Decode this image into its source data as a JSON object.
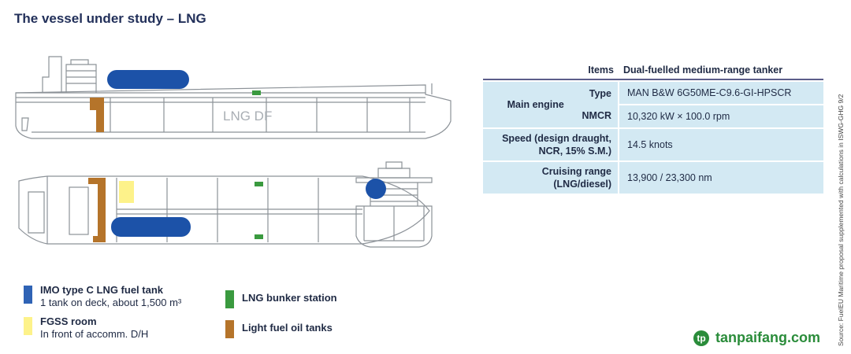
{
  "title": "The vessel under study – LNG",
  "diagram": {
    "hull_label": "LNG DF",
    "colors": {
      "lng_tank": "#1c52a8",
      "bunker": "#3a9a3f",
      "fgss": "#fdf28a",
      "fuel_oil": "#b5742a",
      "outline": "#8c9298"
    }
  },
  "table": {
    "header": {
      "items": "Items",
      "vessel": "Dual-fuelled medium-range tanker"
    },
    "rows": {
      "main_engine_label": "Main engine",
      "type_label": "Type",
      "type_value": "MAN B&W 6G50ME-C9.6-GI-HPSCR",
      "nmcr_label": "NMCR",
      "nmcr_value": "10,320 kW × 100.0 rpm",
      "speed_label_1": "Speed (design draught,",
      "speed_label_2": "NCR, 15% S.M.)",
      "speed_value": "14.5 knots",
      "range_label_1": "Cruising range",
      "range_label_2": "(LNG/diesel)",
      "range_value": "13,900 / 23,300 nm"
    }
  },
  "legend": {
    "lng_tank_title": "IMO type C LNG fuel tank",
    "lng_tank_desc": "1 tank on deck, about 1,500 m³",
    "fgss_title": "FGSS room",
    "fgss_desc": "In front of accomm. D/H",
    "bunker_title": "LNG bunker station",
    "fuel_oil_title": "Light fuel oil tanks"
  },
  "source": "Source: FuelEU Maritime proposal supplemented with calculations in ISWG-GHG 9/2",
  "watermark": "tanpaifang.com"
}
